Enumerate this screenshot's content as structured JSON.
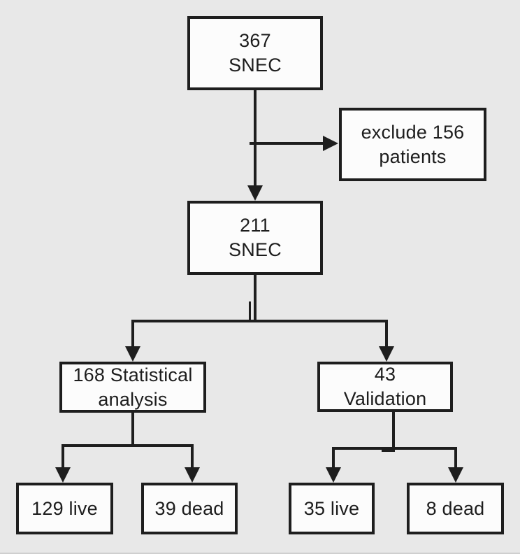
{
  "flowchart": {
    "colors": {
      "background": "#e8e8e8",
      "box_fill": "#fcfcfc",
      "line": "#1e1e1e",
      "text": "#1d1d1d"
    },
    "nodes": {
      "total": {
        "count": "367",
        "label": "SNEC"
      },
      "excluded": {
        "line1": "exclude 156",
        "line2": "patients"
      },
      "included": {
        "count": "211",
        "label": "SNEC"
      },
      "statistical": {
        "line1": "168 Statistical",
        "line2": "analysis"
      },
      "validation": {
        "line1": "43",
        "line2": "Validation"
      },
      "statistical_live": {
        "label": "129 live"
      },
      "statistical_dead": {
        "label": "39 dead"
      },
      "validation_live": {
        "label": "35 live"
      },
      "validation_dead": {
        "label": "8 dead"
      }
    }
  }
}
